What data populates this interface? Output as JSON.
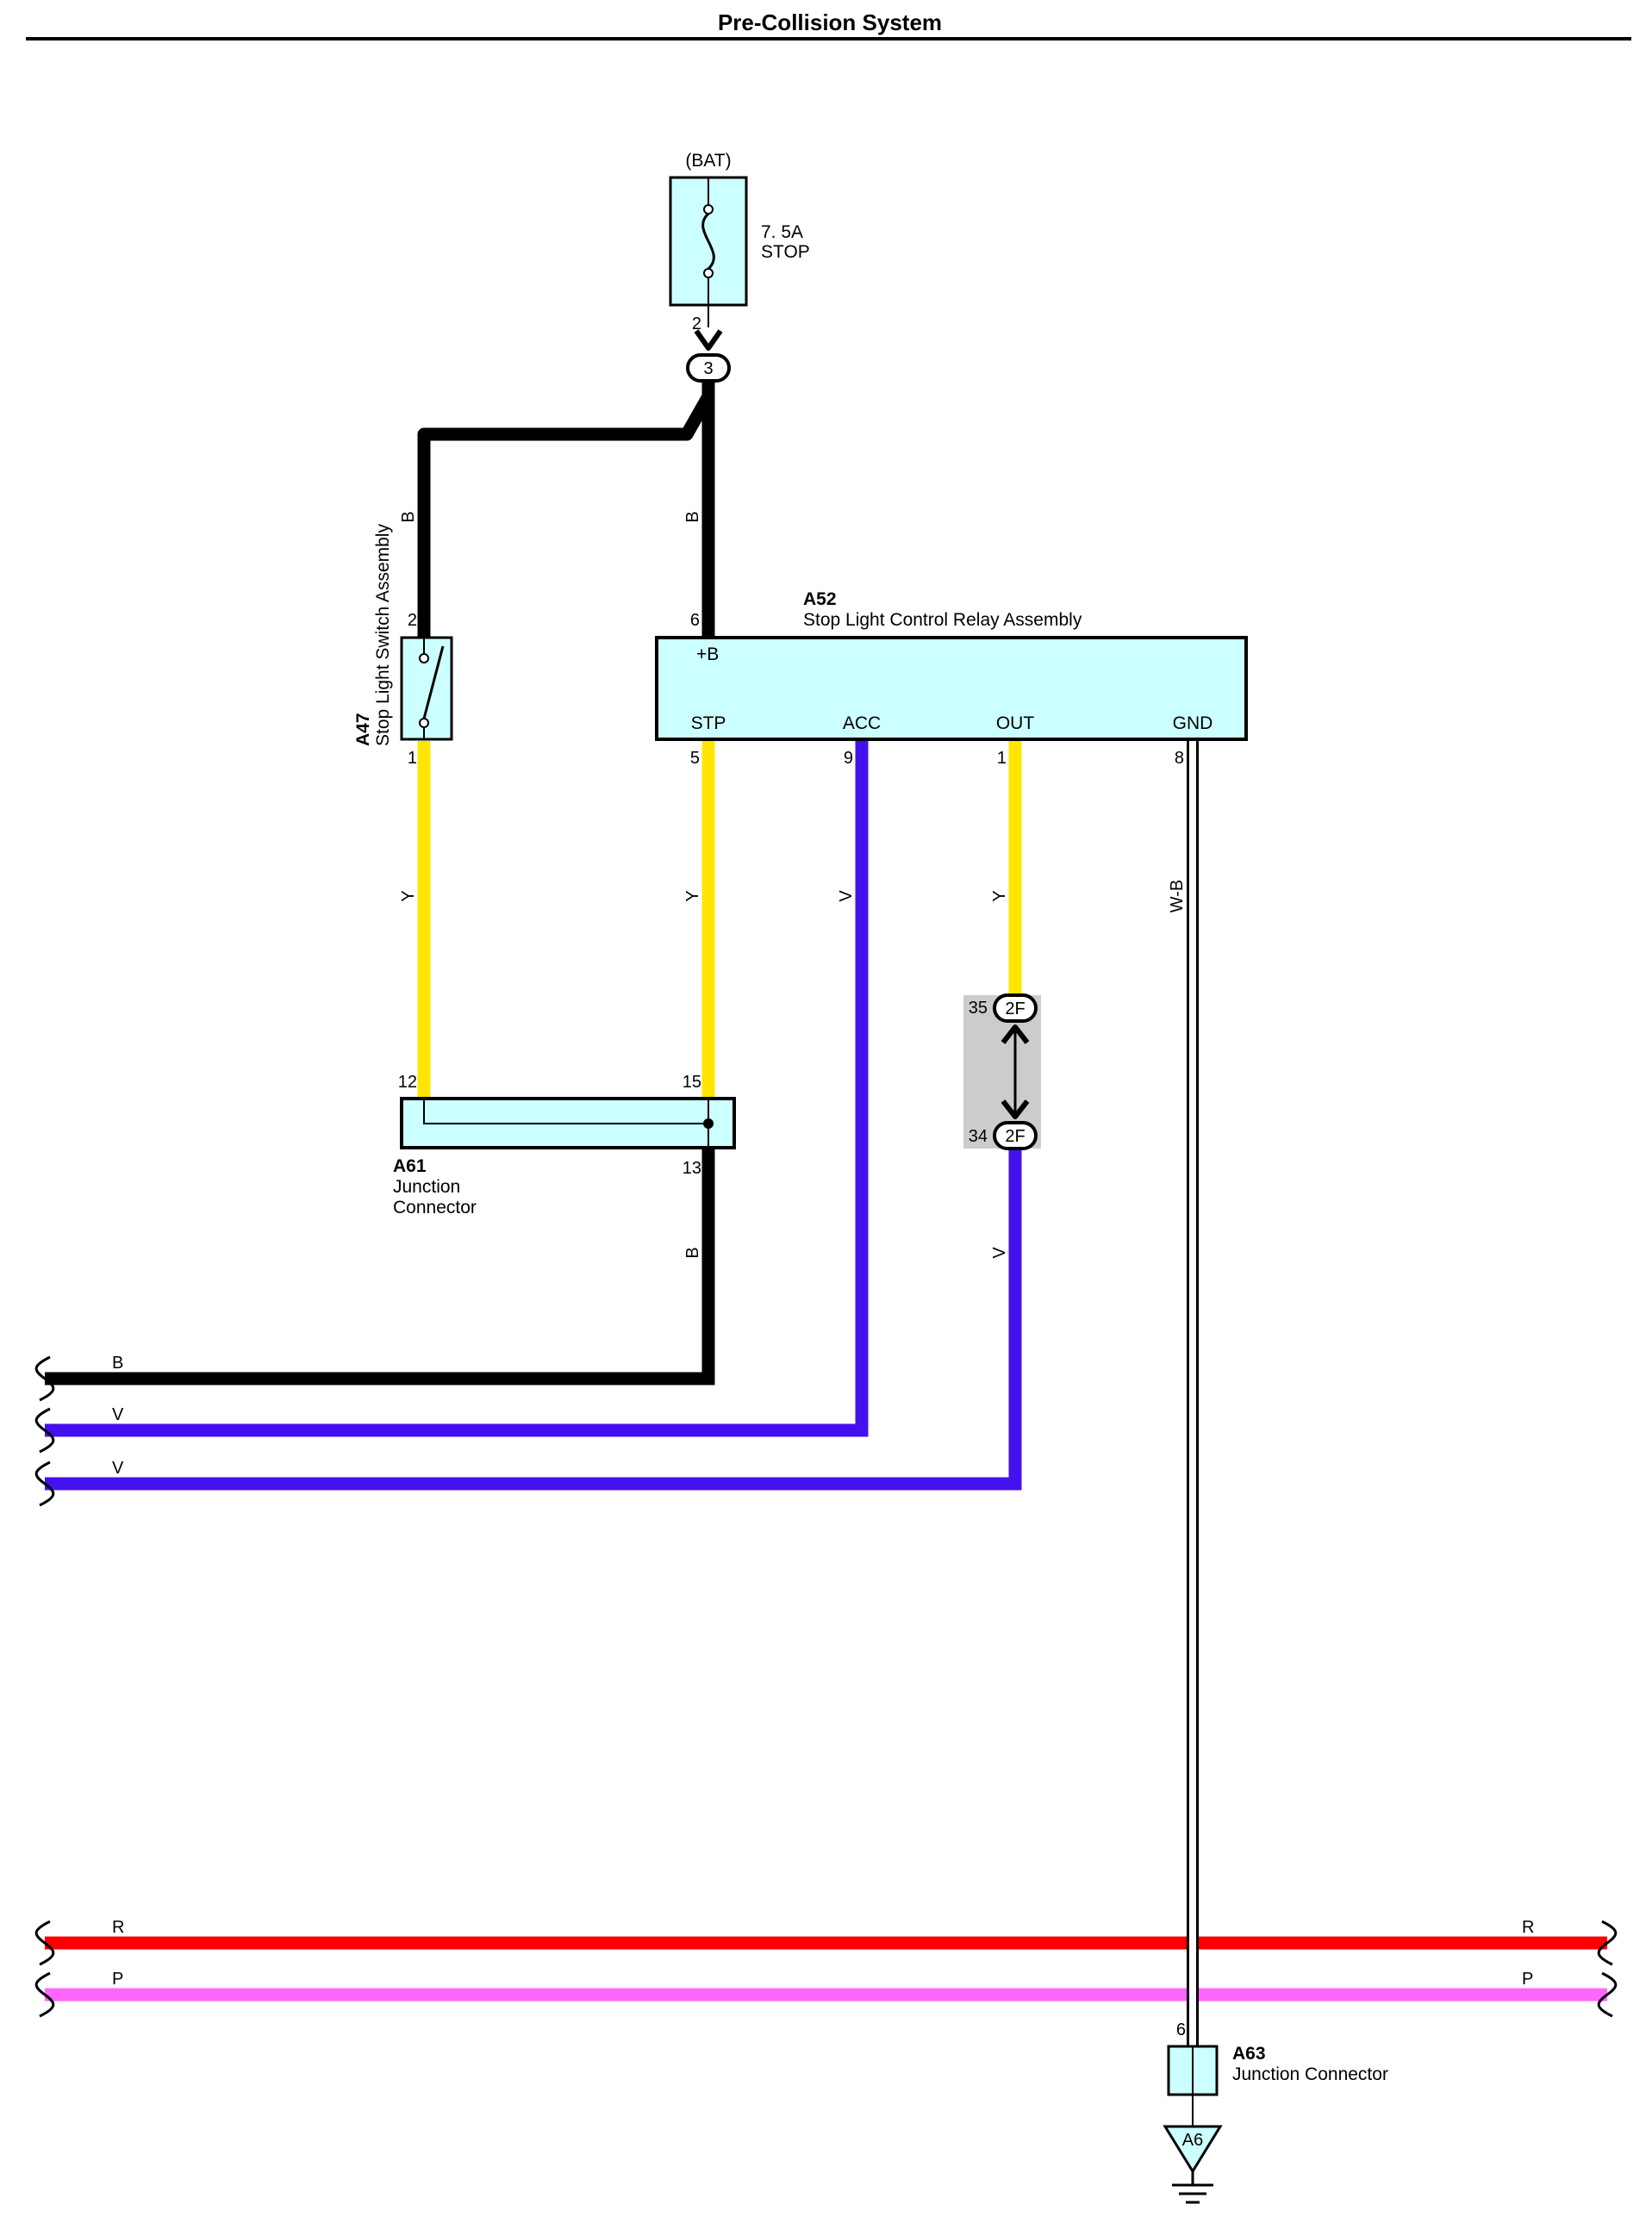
{
  "title": "Pre-Collision System",
  "colors": {
    "box_fill": "#ccffff",
    "wire_black": "#000000",
    "wire_yellow": "#ffe600",
    "wire_violet": "#4411ee",
    "wire_red": "#ff0000",
    "wire_pink": "#ff66ff",
    "wire_white_black": "#ffffff",
    "inline_connector_bg": "#cccccc"
  },
  "fuse": {
    "source": "(BAT)",
    "rating": "7. 5A",
    "name": "STOP",
    "pin": "2"
  },
  "junction_3": {
    "label": "3"
  },
  "a47": {
    "code": "A47",
    "name": "Stop Light Switch Assembly",
    "pin_top": "2",
    "pin_bottom": "1"
  },
  "a52": {
    "code": "A52",
    "name": "Stop Light Control Relay Assembly",
    "pin_b": "6",
    "terminal_b": "+B",
    "terminals": [
      {
        "name": "STP",
        "pin": "5"
      },
      {
        "name": "ACC",
        "pin": "9"
      },
      {
        "name": "OUT",
        "pin": "1"
      },
      {
        "name": "GND",
        "pin": "8"
      }
    ]
  },
  "a61": {
    "code": "A61",
    "name_line1": "Junction",
    "name_line2": "Connector",
    "pin_left": "12",
    "pin_right": "15",
    "pin_bottom": "13"
  },
  "inline_2f": {
    "label": "2F",
    "pin_top": "35",
    "pin_bottom": "34"
  },
  "a63": {
    "code": "A63",
    "name": "Junction Connector",
    "pin": "6"
  },
  "ground": {
    "label": "A6"
  },
  "wire_codes": {
    "a47_top": "B",
    "a52_top": "B",
    "a47_out": "Y",
    "stp": "Y",
    "acc": "V",
    "out": "Y",
    "gnd": "W-B",
    "a61_out": "B",
    "inline_out": "V",
    "bus_b": "B",
    "bus_v1": "V",
    "bus_v2": "V",
    "bus_r_left": "R",
    "bus_r_right": "R",
    "bus_p_left": "P",
    "bus_p_right": "P"
  }
}
